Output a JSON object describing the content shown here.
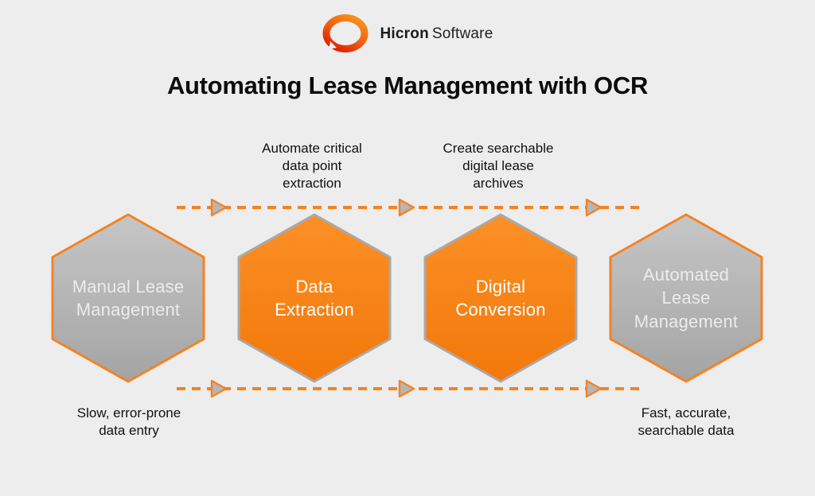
{
  "page": {
    "background_color": "#ededed"
  },
  "logo": {
    "icon": "hicron-ring-logo",
    "brand_bold": "Hicron",
    "brand_regular": "Software"
  },
  "title": "Automating Lease Management with OCR",
  "colors": {
    "accent_orange": "#f58220",
    "hex_orange_top": "#fb9027",
    "hex_orange_bottom": "#f3780a",
    "hex_gray_top": "#c6c6c6",
    "hex_gray_bottom": "#a4a4a4",
    "hex_gray_border": "#a9a9a9",
    "arrowhead_fill": "#b6b6b6",
    "text_dark": "#111111"
  },
  "flow": {
    "top_annotations": [
      {
        "text": "Automate critical\ndata point\nextraction"
      },
      {
        "text": "Create searchable\ndigital lease\narchives"
      }
    ],
    "steps": [
      {
        "label": "Manual Lease\nManagement",
        "style": "gray"
      },
      {
        "label": "Data\nExtraction",
        "style": "orange"
      },
      {
        "label": "Digital\nConversion",
        "style": "orange"
      },
      {
        "label": "Automated\nLease\nManagement",
        "style": "gray"
      }
    ],
    "bottom_annotations": [
      {
        "text": "Slow, error-prone\ndata entry"
      },
      {
        "text": "Fast, accurate,\nsearchable data"
      }
    ]
  }
}
